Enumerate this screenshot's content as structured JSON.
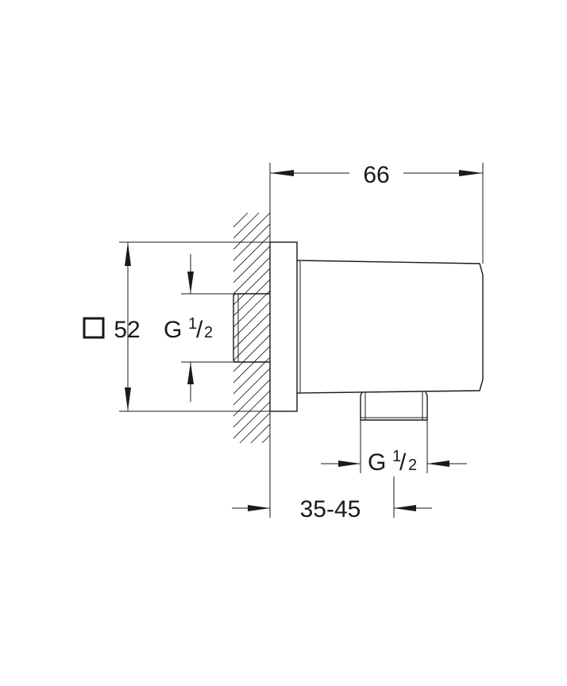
{
  "dimensions": {
    "width_overall": "66",
    "square_symbol": "□",
    "square_size": "52",
    "thread_left": {
      "prefix": "G",
      "numerator": "1",
      "slash": "/",
      "denominator": "2"
    },
    "thread_bottom": {
      "prefix": "G",
      "numerator": "1",
      "slash": "/",
      "denominator": "2"
    },
    "projection_range": "35-45"
  },
  "colors": {
    "line": "#1a1a1a",
    "background": "#ffffff"
  }
}
